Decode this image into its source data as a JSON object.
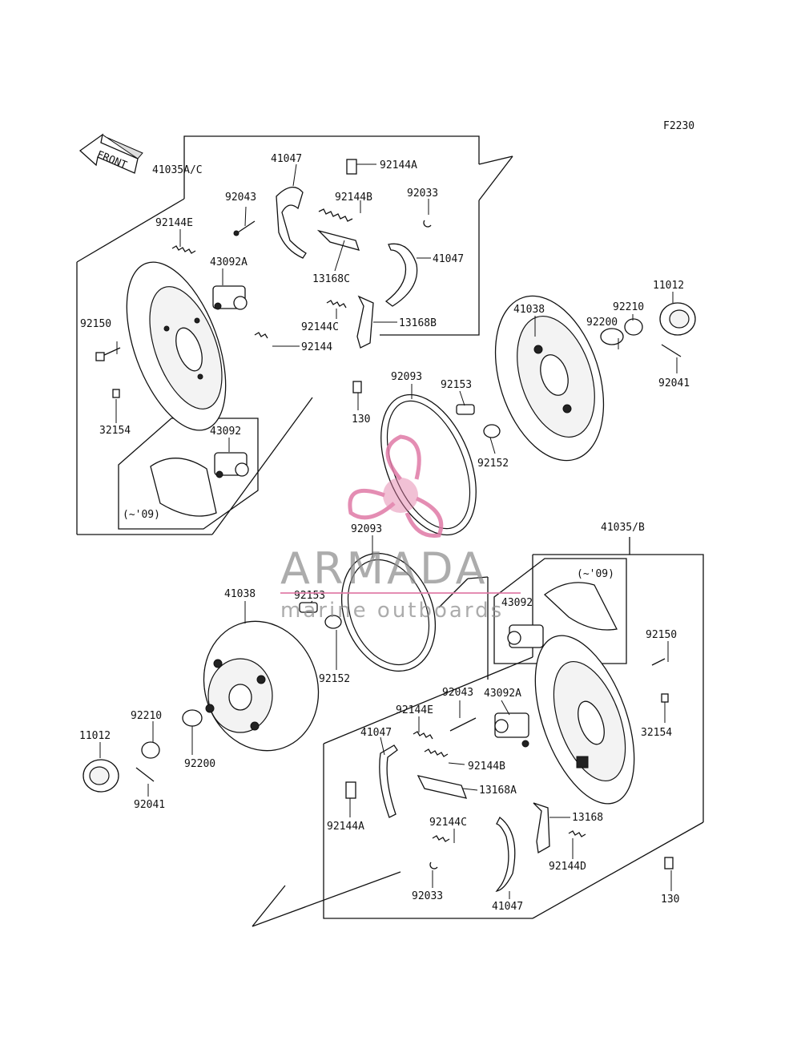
{
  "diagram_code": "F2230",
  "front_label": "FRONT",
  "watermark": {
    "brand": "ARMADA",
    "tagline": "marine outboards",
    "accent_color": "#e07aa6",
    "text_color": "#8c8c8c"
  },
  "labels": {
    "assy_top": "41035A/C",
    "assy_bottom": "41035/B",
    "shoe_top_a": "41047",
    "shoe_top_b": "41047",
    "shoe_bot_a": "41047",
    "shoe_bot_b": "41047",
    "pin_top": "92043",
    "pin_bot": "92043",
    "clip_top_a": "92144A",
    "clip_bot_a": "92144A",
    "spring_top_b": "92144B",
    "spring_bot_b": "92144B",
    "spring_top_e": "92144E",
    "spring_bot_e": "92144E",
    "spring_top_c": "92144C",
    "spring_bot_c": "92144C",
    "spring_top": "92144",
    "spring_bot_d": "92144D",
    "ring_top": "92033",
    "ring_bot": "92033",
    "lever_top_c": "13168C",
    "lever_top_b": "13168B",
    "lever_bot_a": "13168A",
    "lever_bot": "13168",
    "cyl_top_a": "43092A",
    "cyl_bot_a": "43092A",
    "cyl_top": "43092",
    "cyl_bot": "43092",
    "bolt_top": "92150",
    "bolt_bot": "92150",
    "bleeder_top": "32154",
    "bleeder_bot": "32154",
    "bolt130_top": "130",
    "bolt130_bot": "130",
    "note_top": "(~'09)",
    "note_bot": "(~'09)",
    "drum_top": "41038",
    "drum_bot": "41038",
    "seal_top": "92093",
    "seal_bot": "92093",
    "stud_top": "92153",
    "stud_bot": "92153",
    "collar_top": "92152",
    "collar_bot": "92152",
    "washer_top": "92200",
    "washer_bot": "92200",
    "nut_top": "92210",
    "nut_bot": "92210",
    "cap_top": "11012",
    "cap_bot": "11012",
    "cotter_top": "92041",
    "cotter_bot": "92041"
  }
}
